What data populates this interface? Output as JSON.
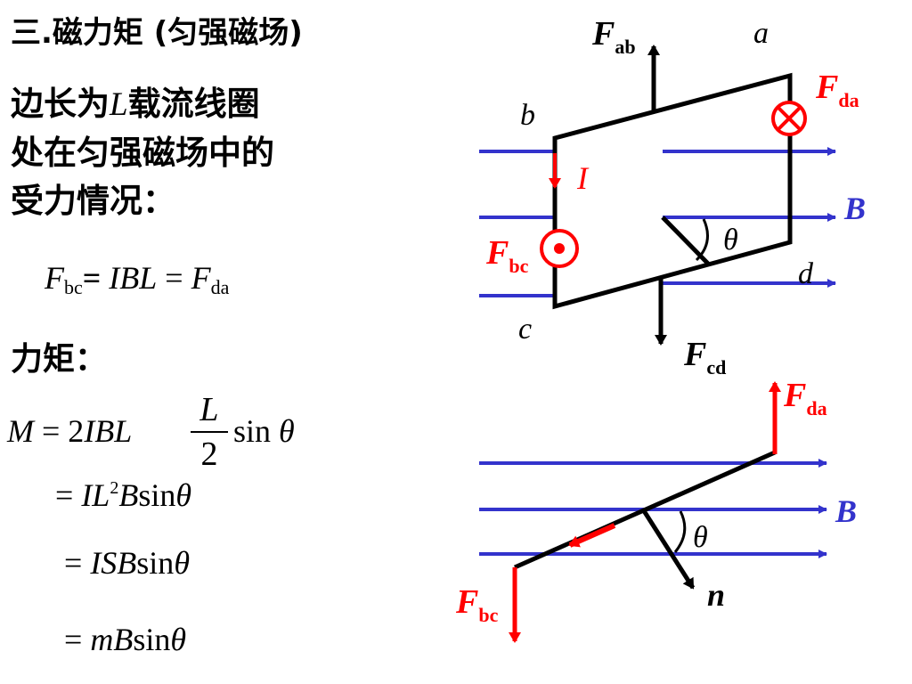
{
  "heading": {
    "title": "三.磁力矩 (匀强磁场)"
  },
  "description": {
    "line1_pre": "边长为",
    "line1_var": "L",
    "line1_post": "载流线圈",
    "line2": "处在匀强磁场中的",
    "line3": "受力情况："
  },
  "force_equation": {
    "F1": "F",
    "F1_sub": "bc",
    "eq1": "= ",
    "IBL": "IBL",
    "eq2": " = ",
    "F2": "F",
    "F2_sub": "da"
  },
  "torque": {
    "label": "力矩：",
    "line1_lhs": "M",
    "line1_mid": " = 2",
    "line1_ibl": "IBL",
    "frac_num": "L",
    "frac_den": "2",
    "line1_sin": "sin ",
    "theta": "θ",
    "line2_pre": "= ",
    "line2_IL": "IL",
    "line2_sup": "2",
    "line2_B": "B",
    "line2_sin": "sin",
    "line3_pre": "= ",
    "line3_ISB": "ISB",
    "line3_sin": "sin",
    "line4_pre": "= ",
    "line4_mB": "mB",
    "line4_sin": "sin"
  },
  "diagram_top": {
    "corner_a": "a",
    "corner_b": "b",
    "corner_c": "c",
    "corner_d": "d",
    "F": "F",
    "sub_ab": "ab",
    "sub_da": "da",
    "sub_bc": "bc",
    "sub_cd": "cd",
    "current": "I",
    "field": "B",
    "angle": "θ"
  },
  "diagram_bottom": {
    "F": "F",
    "sub_da": "da",
    "sub_bc": "bc",
    "field": "B",
    "angle": "θ",
    "normal": "n"
  },
  "colors": {
    "field": "#3333cc",
    "force": "#ff0000",
    "frame": "#000000"
  }
}
